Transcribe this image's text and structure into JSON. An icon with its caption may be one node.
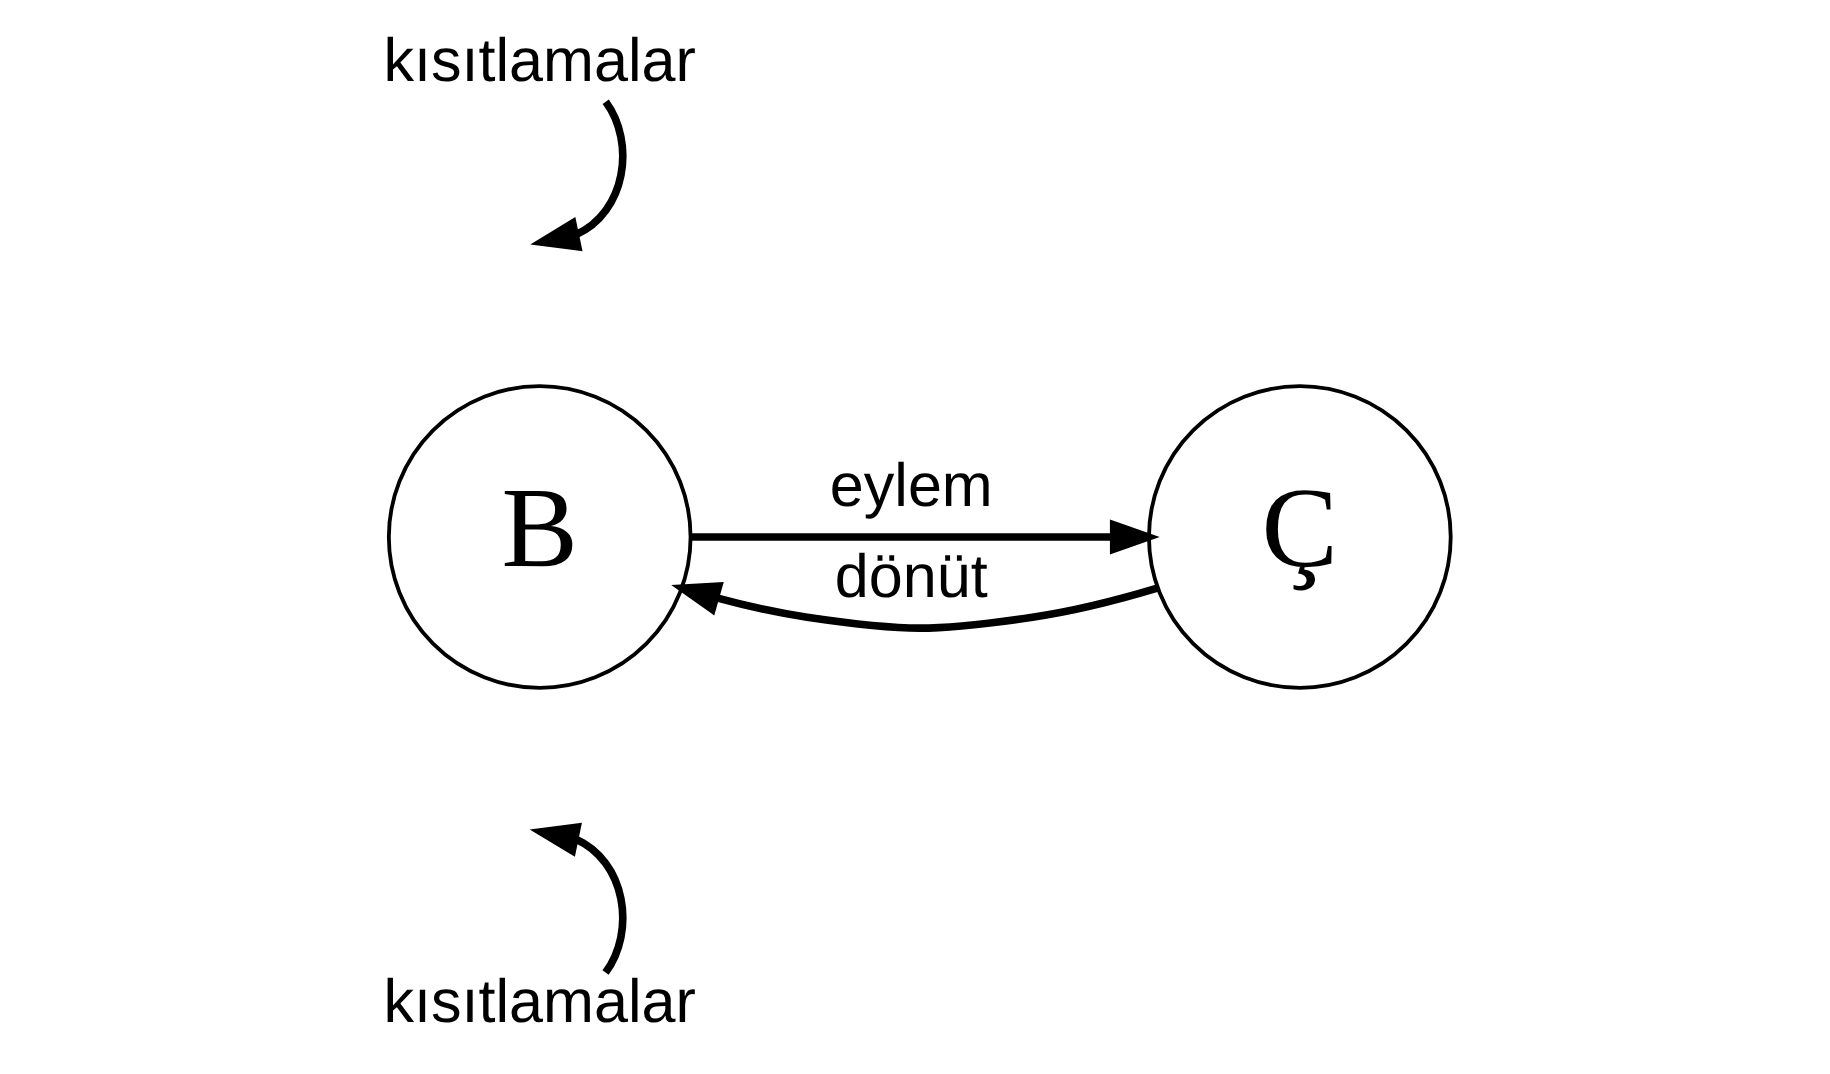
{
  "diagram": {
    "nodes": [
      {
        "text": [
          "B"
        ]
      },
      {
        "text": [
          "Ç"
        ]
      },
      {
        "text": [
          "kısıtlamalar"
        ]
      },
      {
        "text": [
          "kısıtlamalar"
        ]
      }
    ],
    "edges": [
      {
        "from": 0,
        "to": 1,
        "arrow": "to",
        "label": "eylem"
      },
      {
        "from": 1,
        "to": 0,
        "arrow": "to",
        "label": "dönüt"
      },
      {
        "from": 2,
        "to": null,
        "arrow": "to"
      },
      {
        "from": 3,
        "to": null,
        "arrow": "to"
      }
    ]
  }
}
